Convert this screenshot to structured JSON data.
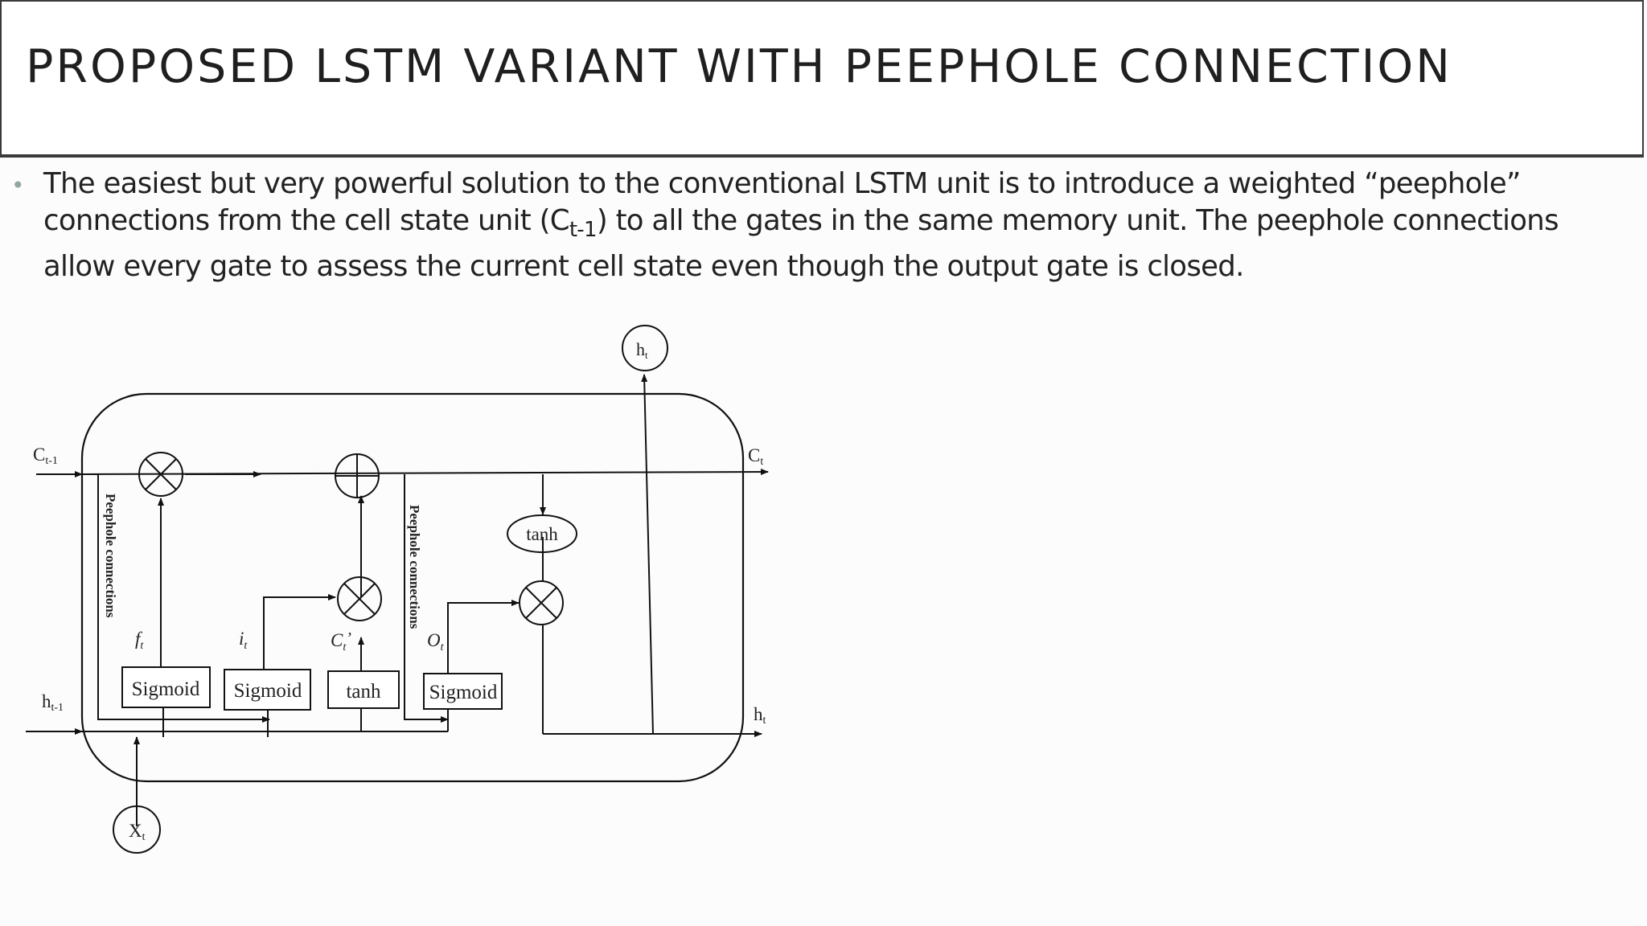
{
  "slide": {
    "title": "PROPOSED LSTM VARIANT WITH PEEPHOLE CONNECTION",
    "bullet": {
      "text_before": "The easiest but very powerful solution to the conventional LSTM unit is to introduce a weighted “peephole” connections from the cell state unit (C",
      "subscript": "t-1",
      "text_after": ") to all the gates in the same memory unit. The peephole connections allow every gate to assess the current cell state even though the output gate is closed."
    }
  },
  "diagram": {
    "inputs": {
      "c_prev": "C",
      "c_prev_sub": "t-1",
      "h_prev": "h",
      "h_prev_sub": "t-1",
      "x": "X",
      "x_sub": "t"
    },
    "outputs": {
      "h_top": "h",
      "h_top_sub": "t",
      "c_out": "C",
      "c_out_sub": "t",
      "h_out": "h",
      "h_out_sub": "t"
    },
    "gate_boxes": [
      "Sigmoid",
      "Sigmoid",
      "tanh",
      "Sigmoid"
    ],
    "gate_labels": {
      "f": "f",
      "f_sub": "t",
      "i": "i",
      "i_sub": "t",
      "c": "C",
      "c_sub": "t",
      "c_sup": "’",
      "o": "O",
      "o_sub": "t"
    },
    "tanh_oval": "tanh",
    "peephole_label_left": "Peephole connections",
    "peephole_label_right": "Peephole connections"
  }
}
